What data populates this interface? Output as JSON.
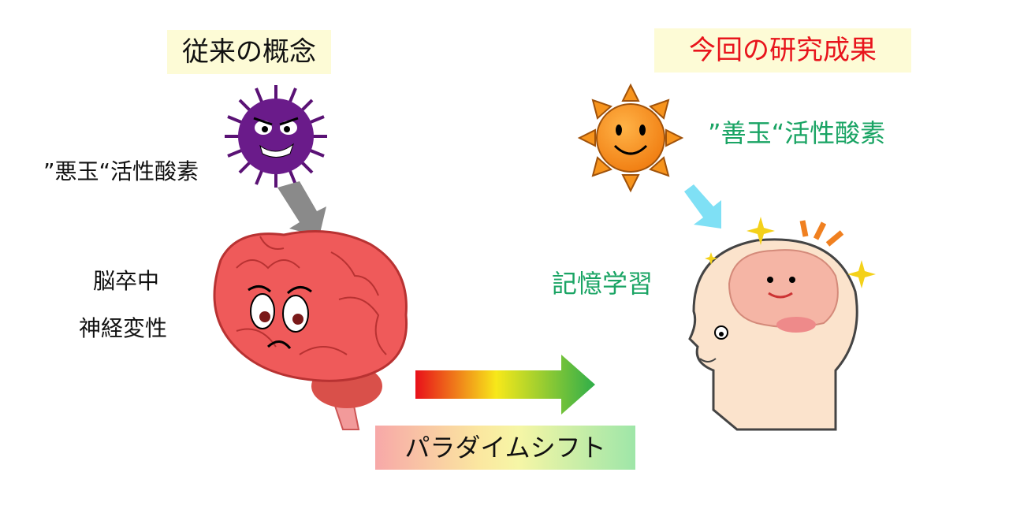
{
  "left": {
    "title": "従来の概念",
    "bad_ros_label": "”悪玉“活性酸素",
    "disease_1": "脳卒中",
    "disease_2": "神経変性"
  },
  "right": {
    "title": "今回の研究成果",
    "good_ros_label": "”善玉“活性酸素",
    "outcome": "記憶学習"
  },
  "center": {
    "shift_label": "パラダイムシフト"
  },
  "colors": {
    "title_bg": "#fdfbd6",
    "new_title_text": "#e8141c",
    "green_text": "#1aa464",
    "virus": "#6a1b8a",
    "brain": "#ef5a5a",
    "sun": "#f7941d",
    "cyan_arrow": "#7fe0f5"
  }
}
